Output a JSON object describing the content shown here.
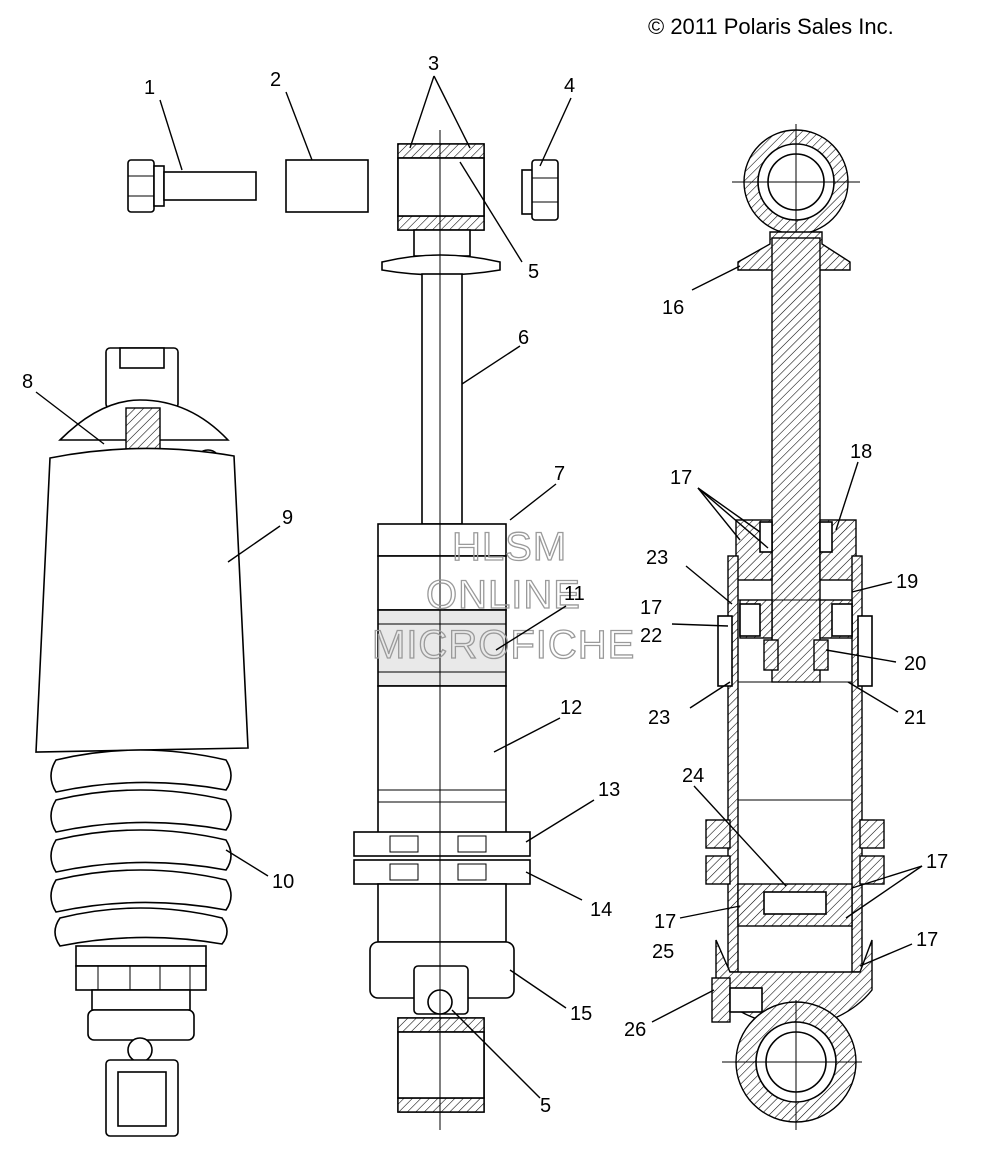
{
  "copyright": "© 2011 Polaris Sales Inc.",
  "watermark": {
    "line1": "HLSM",
    "line2": "ONLINE",
    "line3": "MICROFICHE"
  },
  "callouts": {
    "c1": "1",
    "c2": "2",
    "c3": "3",
    "c4": "4",
    "c5a": "5",
    "c5b": "5",
    "c6": "6",
    "c7": "7",
    "c8": "8",
    "c9": "9",
    "c10": "10",
    "c11": "11",
    "c12": "12",
    "c13": "13",
    "c14": "14",
    "c15": "15",
    "c16": "16",
    "c17a": "17",
    "c17b": "17",
    "c17c": "17",
    "c17d": "17",
    "c17e": "17",
    "c18": "18",
    "c19": "19",
    "c20": "20",
    "c21": "21",
    "c22": "22",
    "c23a": "23",
    "c23b": "23",
    "c24": "24",
    "c25": "25",
    "c26": "26"
  }
}
